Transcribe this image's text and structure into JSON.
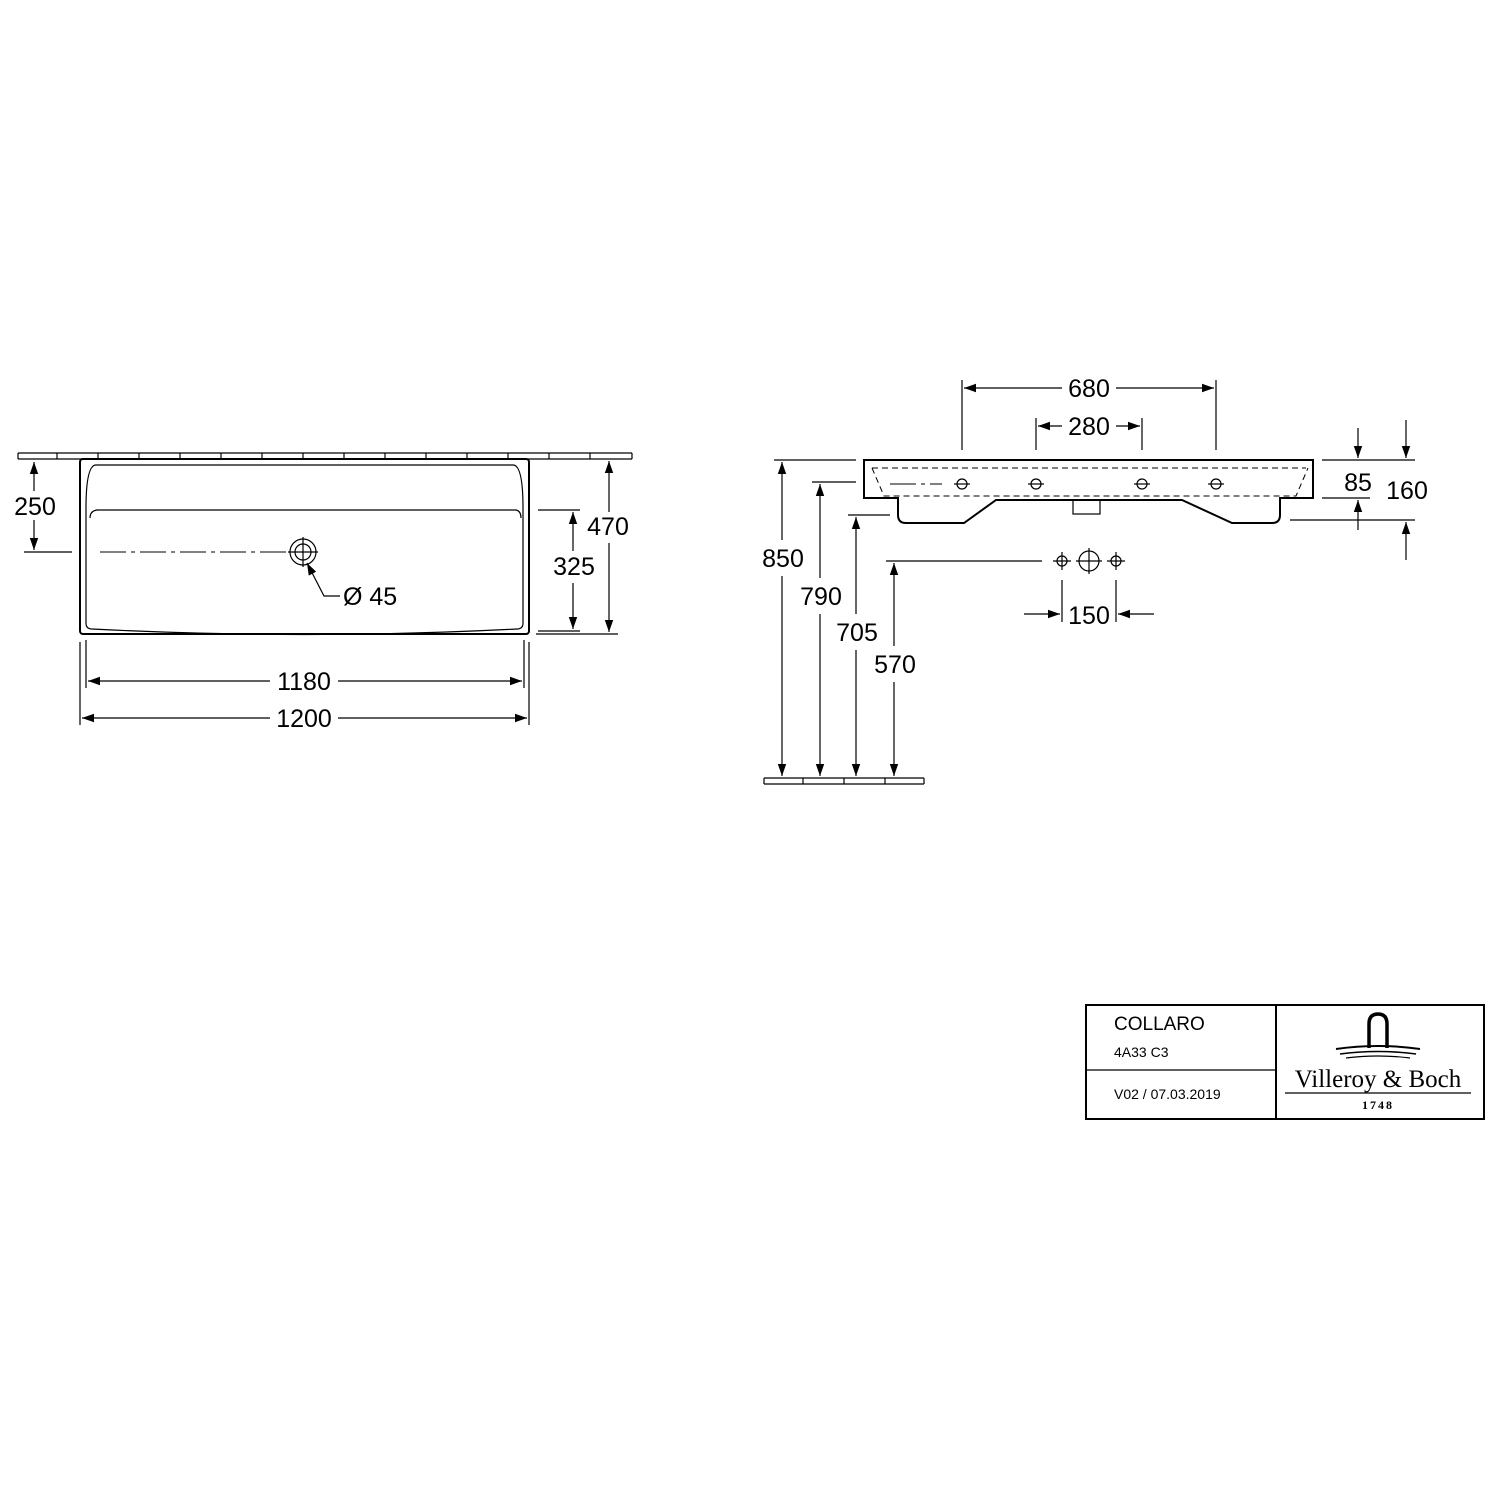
{
  "plan_view": {
    "dim_depth_front": "250",
    "dim_bowl_depth": "325",
    "dim_total_depth": "470",
    "dim_bowl_width": "1180",
    "dim_total_width": "1200",
    "drain_diameter": "Ø 45"
  },
  "side_view": {
    "dim_tap_holes_outer": "680",
    "dim_tap_holes_inner": "280",
    "dim_bowl_height": "85",
    "dim_total_height": "160",
    "dim_height_rim": "850",
    "dim_height_bowl": "790",
    "dim_height_base": "705",
    "dim_height_drain": "570",
    "dim_fixing_spacing": "150"
  },
  "title_block": {
    "product": "COLLARO",
    "article": "4A33 C3",
    "version": "V02 / 07.03.2019",
    "brand": "Villeroy & Boch",
    "year": "1748"
  }
}
